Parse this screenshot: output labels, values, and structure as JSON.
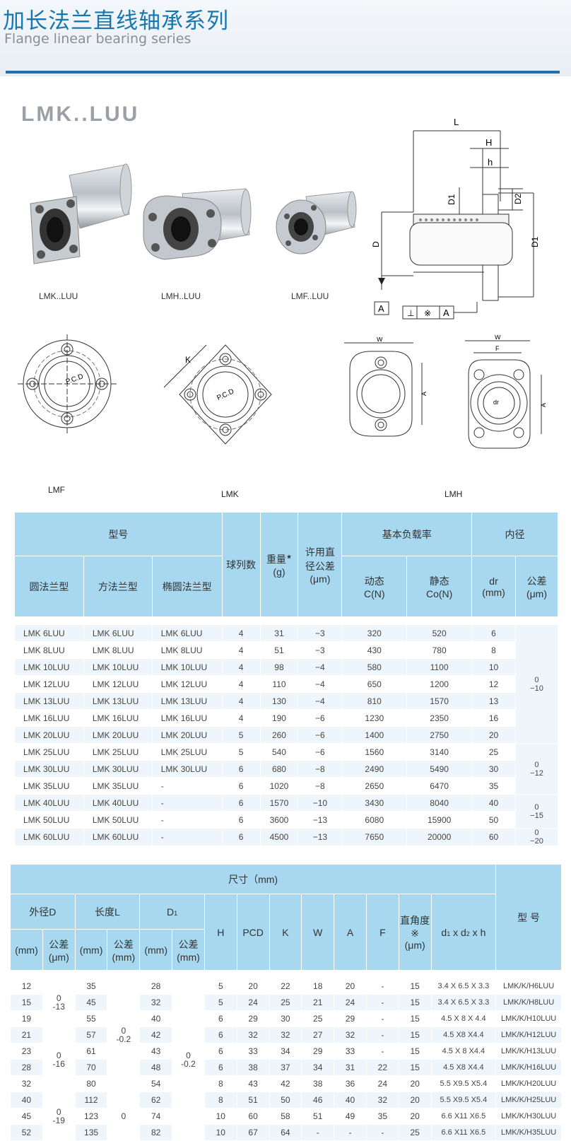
{
  "header": {
    "title": "加长法兰直线轴承系列",
    "subtitle": "Flange linear bearing series"
  },
  "series_name": "LMK..LUU",
  "products": [
    {
      "label": "LMK..LUU"
    },
    {
      "label": "LMH..LUU"
    },
    {
      "label": "LMF..LUU"
    }
  ],
  "drawing_labels": {
    "L": "L",
    "H": "H",
    "h": "h",
    "D1": "D1",
    "D2": "D2",
    "D": "D",
    "A": "A",
    "flatness": "※",
    "K": "K",
    "PCD": "P.C.D",
    "W": "W",
    "F": "F",
    "dr": "dr"
  },
  "views": [
    {
      "label": "LMF"
    },
    {
      "label": "LMK"
    },
    {
      "label": "LMH"
    }
  ],
  "table1": {
    "h_model": "型号",
    "h_round": "圆法兰型",
    "h_square": "方法兰型",
    "h_oval": "椭圆法兰型",
    "h_balls": "球列数",
    "h_weight": "重量",
    "h_weight_unit": "(g)",
    "h_weight_star": "★",
    "h_tol1": "许用直",
    "h_tol2": "径公差",
    "h_tol3": "(μm)",
    "h_load": "基本负载率",
    "h_dyn": "动态",
    "h_dyn_unit": "C(N)",
    "h_stat": "静态",
    "h_stat_unit": "Co(N)",
    "h_inner": "内径",
    "h_dr": "dr",
    "h_dr_unit": "(mm)",
    "h_tol_in1": "公差",
    "h_tol_in2": "(μm)",
    "rows": [
      [
        "LMK  6LUU",
        "LMK  6LUU",
        "LMK  6LUU",
        "4",
        "31",
        "−3",
        "320",
        "520",
        "6"
      ],
      [
        "LMK  8LUU",
        "LMK  8LUU",
        "LMK  8LUU",
        "4",
        "51",
        "−3",
        "430",
        "780",
        "8"
      ],
      [
        "LMK  10LUU",
        "LMK  10LUU",
        "LMK  10LUU",
        "4",
        "98",
        "−4",
        "580",
        "1100",
        "10"
      ],
      [
        "LMK  12LUU",
        "LMK  12LUU",
        "LMK  12LUU",
        "4",
        "110",
        "−4",
        "650",
        "1200",
        "12"
      ],
      [
        "LMK  13LUU",
        "LMK  13LUU",
        "LMK  13LUU",
        "4",
        "130",
        "−4",
        "810",
        "1570",
        "13"
      ],
      [
        "LMK  16LUU",
        "LMK  16LUU",
        "LMK  16LUU",
        "4",
        "190",
        "−6",
        "1230",
        "2350",
        "16"
      ],
      [
        "LMK  20LUU",
        "LMK  20LUU",
        "LMK  20LUU",
        "5",
        "260",
        "−6",
        "1400",
        "2750",
        "20"
      ],
      [
        "LMK  25LUU",
        "LMK  25LUU",
        "LMK  25LUU",
        "5",
        "540",
        "−6",
        "1560",
        "3140",
        "25"
      ],
      [
        "LMK  30LUU",
        "LMK  30LUU",
        "LMK  30LUU",
        "6",
        "680",
        "−8",
        "2490",
        "5490",
        "30"
      ],
      [
        "LMK  35LUU",
        "LMK  35LUU",
        "-",
        "6",
        "1020",
        "−8",
        "2650",
        "6470",
        "35"
      ],
      [
        "LMK  40LUU",
        "LMK  40LUU",
        "-",
        "6",
        "1570",
        "−10",
        "3430",
        "8040",
        "40"
      ],
      [
        "LMK  50LUU",
        "LMK  50LUU",
        "-",
        "6",
        "3600",
        "−13",
        "6080",
        "15900",
        "50"
      ],
      [
        "LMK  60LUU",
        "LMK  60LUU",
        "-",
        "6",
        "4500",
        "−13",
        "7650",
        "20000",
        "60"
      ]
    ],
    "inner_tol": [
      {
        "top": "0",
        "bot": "−10"
      },
      {
        "top": "0",
        "bot": "−12"
      },
      {
        "top": "0",
        "bot": "−15"
      },
      {
        "top": "0",
        "bot": "−20"
      }
    ]
  },
  "table2": {
    "h_dims": "尺寸（mm)",
    "h_model": "型 号",
    "h_od": "外径D",
    "h_len": "长度L",
    "h_d1": "D",
    "h_d1_sub": "1",
    "h_mm": "(mm)",
    "h_tol1": "公差",
    "h_tol_um": "(μm)",
    "h_tol_mm": "(mm)",
    "h_H": "H",
    "h_PCD": "PCD",
    "h_K": "K",
    "h_W": "W",
    "h_A": "A",
    "h_F": "F",
    "h_perp1": "直角度",
    "h_perp2": "※",
    "h_perp3": "(μm)",
    "h_bolt_d": "d",
    "h_bolt_1": "1",
    "h_bolt_x": " x d",
    "h_bolt_2": "2",
    "h_bolt_h": " x h",
    "rows": [
      [
        "12",
        "35",
        "28",
        "5",
        "20",
        "22",
        "18",
        "20",
        "-",
        "15",
        "3.4 X 6.5 X 3.3",
        "LMK/K/H6LUU"
      ],
      [
        "15",
        "45",
        "32",
        "5",
        "24",
        "25",
        "21",
        "24",
        "-",
        "15",
        "3.4 X 6.5 X 3.3",
        "LMK/K/H8LUU"
      ],
      [
        "19",
        "55",
        "40",
        "6",
        "29",
        "30",
        "25",
        "29",
        "-",
        "15",
        "4.5 X 8 X 4.4",
        "LMK/K/H10LUU"
      ],
      [
        "21",
        "57",
        "42",
        "6",
        "32",
        "32",
        "27",
        "32",
        "-",
        "15",
        "4.5 X8 X4.4",
        "LMK/K/H12LUU"
      ],
      [
        "23",
        "61",
        "43",
        "6",
        "33",
        "34",
        "29",
        "33",
        "-",
        "15",
        "4.5 X 8 X4.4",
        "LMK/K/H13LUU"
      ],
      [
        "28",
        "70",
        "48",
        "6",
        "38",
        "37",
        "34",
        "31",
        "22",
        "15",
        "4.5 X8 X4.4",
        "LMK/K/H16LUU"
      ],
      [
        "32",
        "80",
        "54",
        "8",
        "43",
        "42",
        "38",
        "36",
        "24",
        "20",
        "5.5 X9.5 X5.4",
        "LMK/K/H20LUU"
      ],
      [
        "40",
        "112",
        "62",
        "8",
        "51",
        "50",
        "46",
        "40",
        "32",
        "20",
        "5.5 X9.5 X5.4",
        "LMK/K/H25LUU"
      ],
      [
        "45",
        "123",
        "74",
        "10",
        "60",
        "58",
        "51",
        "49",
        "35",
        "20",
        "6.6 X11 X6.5",
        "LMK/K/H30LUU"
      ],
      [
        "52",
        "135",
        "82",
        "10",
        "67",
        "64",
        "-",
        "-",
        "-",
        "25",
        "6.6 X11 X6.5",
        "LMK/K/H35LUU"
      ]
    ],
    "od_tol": [
      {
        "top": "0",
        "bot": "-13"
      },
      {
        "top": "0",
        "bot": "-16"
      },
      {
        "top": "0",
        "bot": "-19"
      }
    ],
    "len_tol": [
      {
        "top": "0",
        "bot": "-0.2"
      },
      {
        "top": "0",
        "bot": ""
      }
    ],
    "d1_tol": {
      "top": "0",
      "bot": "-0.2"
    }
  }
}
